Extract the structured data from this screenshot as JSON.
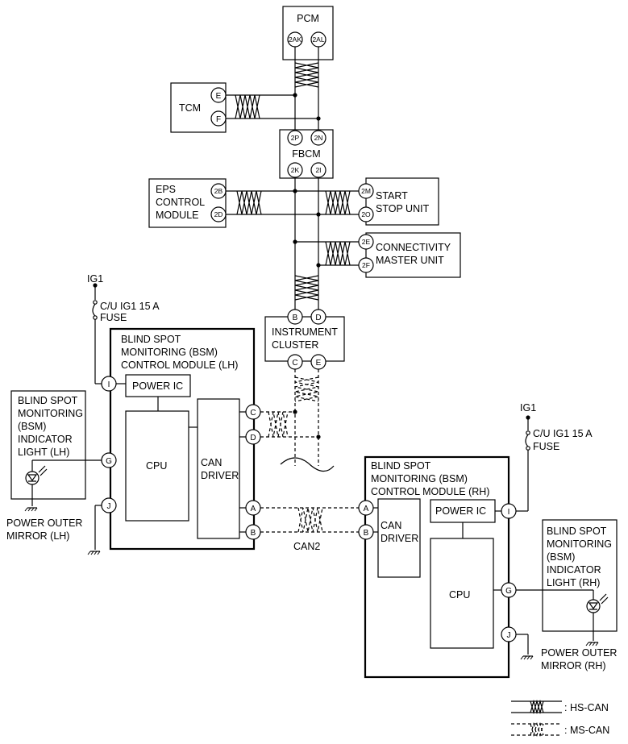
{
  "modules": {
    "pcm": "PCM",
    "tcm": "TCM",
    "fbcm": "FBCM",
    "eps": [
      "EPS",
      "CONTROL",
      "MODULE"
    ],
    "start_stop": [
      "START",
      "STOP UNIT"
    ],
    "connectivity": [
      "CONNECTIVITY",
      "MASTER UNIT"
    ],
    "cluster": [
      "INSTRUMENT",
      "CLUSTER"
    ],
    "bsm_lh": [
      "BLIND SPOT",
      "MONITORING (BSM)",
      "CONTROL MODULE (LH)"
    ],
    "bsm_rh": [
      "BLIND SPOT",
      "MONITORING (BSM)",
      "CONTROL MODULE (RH)"
    ],
    "power_ic": "POWER IC",
    "cpu": "CPU",
    "can_driver": [
      "CAN",
      "DRIVER"
    ],
    "indicator_lh": [
      "BLIND SPOT",
      "MONITORING",
      "(BSM)",
      "INDICATOR",
      "LIGHT (LH)"
    ],
    "indicator_rh": [
      "BLIND SPOT",
      "MONITORING",
      "(BSM)",
      "INDICATOR",
      "LIGHT (RH)"
    ],
    "mirror_lh": [
      "POWER OUTER",
      "MIRROR (LH)"
    ],
    "mirror_rh": [
      "POWER OUTER",
      "MIRROR (RH)"
    ]
  },
  "power": {
    "ig1": "IG1",
    "fuse": [
      "C/U IG1 15 A",
      "FUSE"
    ]
  },
  "pins": {
    "pcm": [
      "2AK",
      "2AL"
    ],
    "tcm": [
      "E",
      "F"
    ],
    "fbcm_top": [
      "2P",
      "2N"
    ],
    "fbcm_bottom": [
      "2K",
      "2I"
    ],
    "eps": [
      "2B",
      "2D"
    ],
    "start_stop": [
      "2M",
      "2O"
    ],
    "connectivity": [
      "2E",
      "2F"
    ],
    "cluster_top": [
      "B",
      "D"
    ],
    "cluster_bottom": [
      "C",
      "E"
    ],
    "bsm_lh": [
      "I",
      "G",
      "J",
      "C",
      "D",
      "A",
      "B"
    ],
    "bsm_rh_left": [
      "A",
      "B",
      "J"
    ],
    "bsm_rh_right": [
      "I",
      "G"
    ]
  },
  "can2": "CAN2",
  "legend": {
    "hs": ": HS-CAN",
    "ms": ": MS-CAN"
  }
}
